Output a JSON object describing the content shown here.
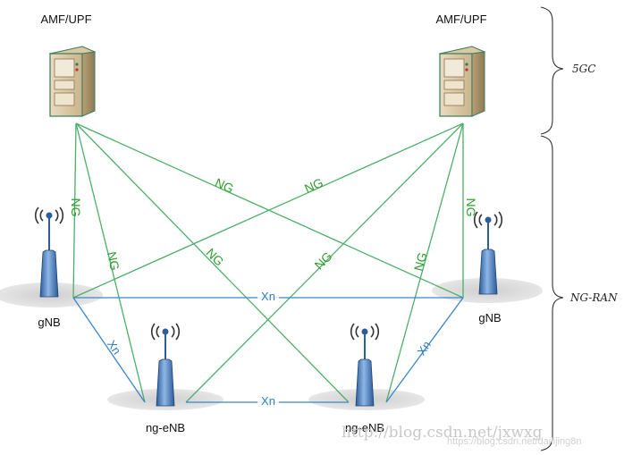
{
  "core_nodes": [
    {
      "label": "AMF/UPF"
    },
    {
      "label": "AMF/UPF"
    }
  ],
  "ran_nodes": [
    {
      "label": "gNB"
    },
    {
      "label": "gNB"
    },
    {
      "label": "ng-eNB"
    },
    {
      "label": "ng-eNB"
    }
  ],
  "interfaces": {
    "ng": "NG",
    "xn": "Xn"
  },
  "brackets": {
    "core": "5GC",
    "ran": "NG-RAN"
  },
  "watermark": {
    "line1": "http://blog.csdn.net/jxwxg",
    "line2": "https://blog.csdn.net/dailijing8n"
  },
  "colors": {
    "ng_line": "#4caf6a",
    "xn_line": "#3a86c8",
    "ng_text": "#2f9e2f",
    "xn_text": "#2f7fc1"
  }
}
